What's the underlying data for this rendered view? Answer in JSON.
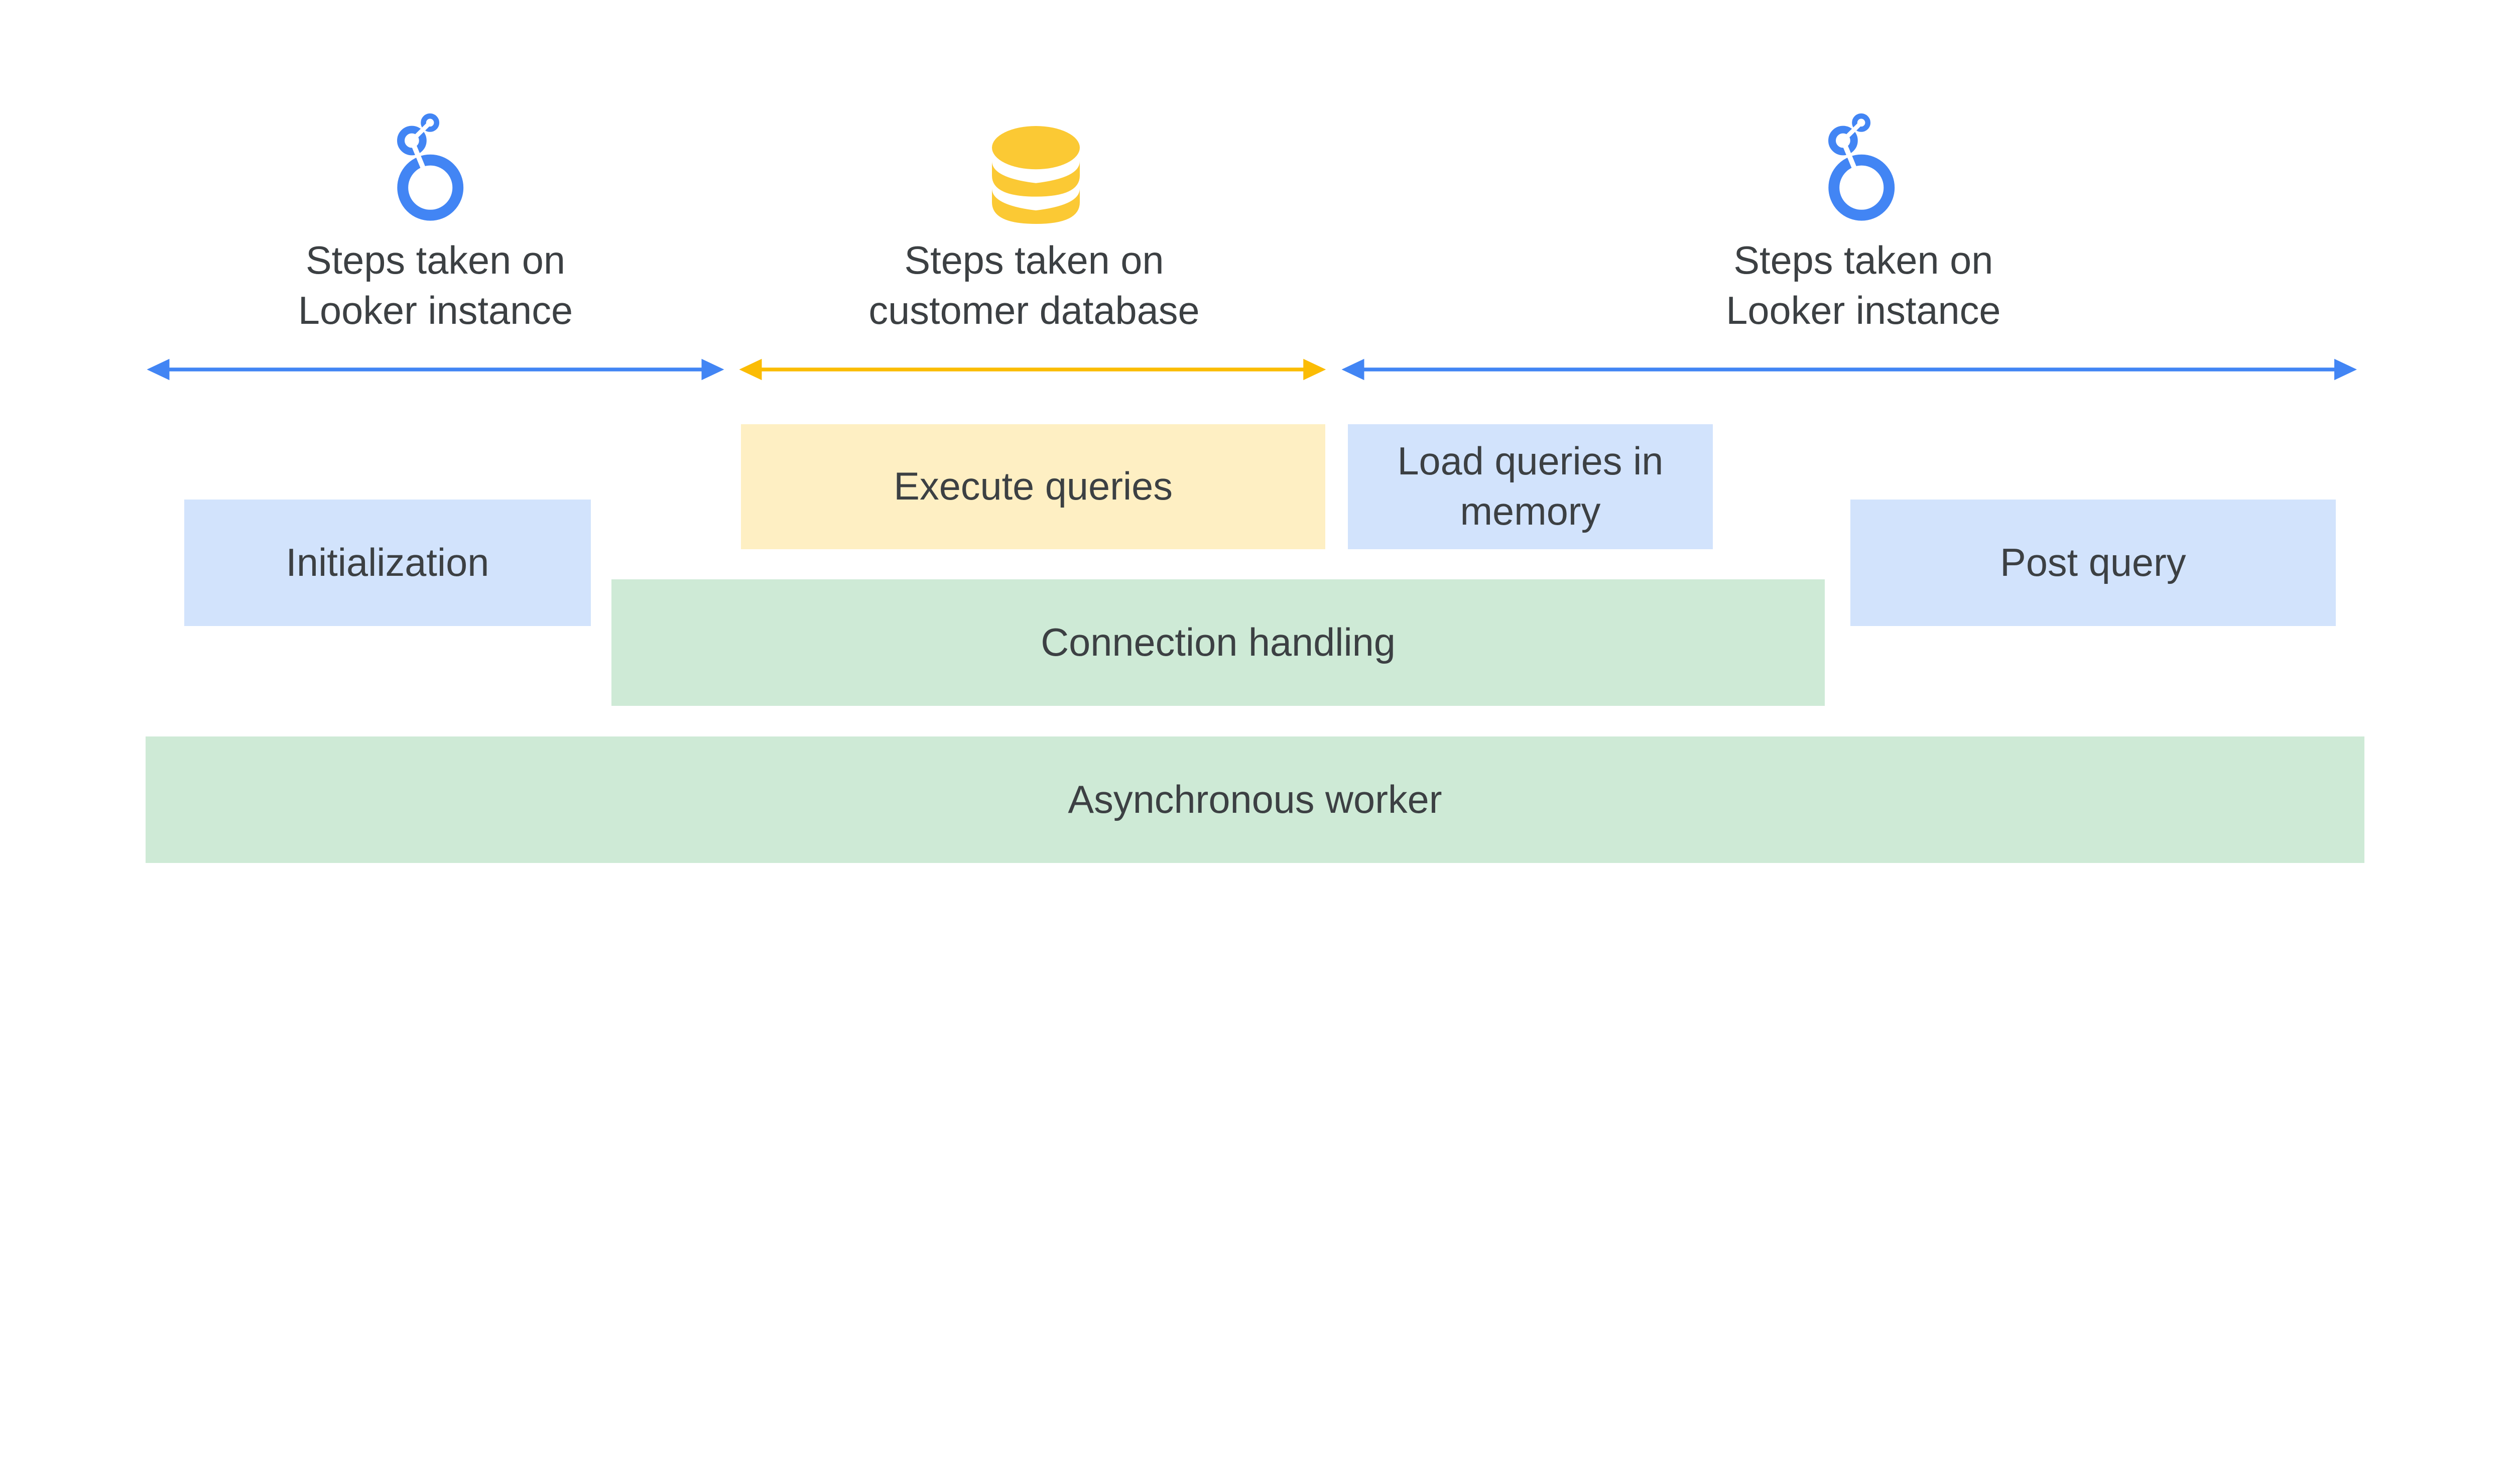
{
  "colors": {
    "looker_blue": "#4285F4",
    "database_yellow": "#FBBC04",
    "box_blue": "#D2E3FC",
    "box_yellow": "#FEEFC3",
    "box_green": "#CEEAD6",
    "text": "#3C4043"
  },
  "sections": [
    {
      "icon": "looker-logo-icon",
      "line1": "Steps taken on",
      "line2": "Looker instance"
    },
    {
      "icon": "database-icon",
      "line1": "Steps taken on",
      "line2": "customer database"
    },
    {
      "icon": "looker-logo-icon",
      "line1": "Steps taken on",
      "line2": "Looker instance"
    }
  ],
  "boxes": {
    "initialization": "Initialization",
    "execute_queries": "Execute queries",
    "load_queries_line1": "Load queries in",
    "load_queries_line2": "memory",
    "post_query": "Post query",
    "connection_handling": "Connection handling",
    "asynchronous_worker": "Asynchronous worker"
  }
}
